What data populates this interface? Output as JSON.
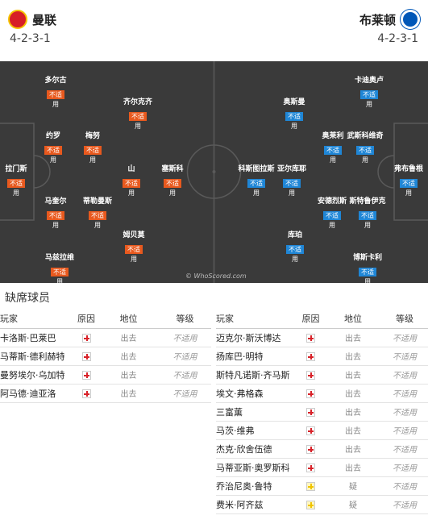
{
  "home": {
    "name": "曼联",
    "formation": "4-2-3-1"
  },
  "away": {
    "name": "布莱顿",
    "formation": "4-2-3-1"
  },
  "badge_text": "不适",
  "badge_suffix": "用",
  "watermark": "© WhoScored.com",
  "home_players": [
    "多尔古",
    "约罗",
    "梅努",
    "齐尔克齐",
    "拉门斯",
    "山",
    "塞斯科",
    "马奎尔",
    "蒂勒曼斯",
    "姆贝莫",
    "马兹拉维"
  ],
  "away_players": [
    "卡迪奥卢",
    "奥斯曼",
    "奥莱利",
    "武斯科维奇",
    "弗布鲁根",
    "科斯图拉斯",
    "亚尔库耶",
    "安德烈斯",
    "斯特鲁伊克",
    "库珀",
    "博斯卡利"
  ],
  "absent": {
    "title": "缺席球员",
    "headers": {
      "player": "玩家",
      "reason": "原因",
      "status": "地位",
      "level": "等级"
    },
    "home": [
      {
        "player": "卡洛斯·巴莱巴",
        "reason": "injury",
        "status": "出去",
        "level": "不适用"
      },
      {
        "player": "马蒂斯·德利赫特",
        "reason": "injury",
        "status": "出去",
        "level": "不适用"
      },
      {
        "player": "曼努埃尔·乌加特",
        "reason": "injury",
        "status": "出去",
        "level": "不适用"
      },
      {
        "player": "阿马德·迪亚洛",
        "reason": "injury",
        "status": "出去",
        "level": "不适用"
      }
    ],
    "away": [
      {
        "player": "迈克尔·斯沃博达",
        "reason": "injury",
        "status": "出去",
        "level": "不适用"
      },
      {
        "player": "扬库巴·明特",
        "reason": "injury",
        "status": "出去",
        "level": "不适用"
      },
      {
        "player": "斯特凡诺斯·齐马斯",
        "reason": "injury",
        "status": "出去",
        "level": "不适用"
      },
      {
        "player": "埃文·弗格森",
        "reason": "injury",
        "status": "出去",
        "level": "不适用"
      },
      {
        "player": "三富薫",
        "reason": "injury",
        "status": "出去",
        "level": "不适用"
      },
      {
        "player": "马茨·维弗",
        "reason": "injury",
        "status": "出去",
        "level": "不适用"
      },
      {
        "player": "杰克·欣舍伍德",
        "reason": "injury",
        "status": "出去",
        "level": "不适用"
      },
      {
        "player": "马蒂亚斯·奥罗斯科",
        "reason": "injury",
        "status": "出去",
        "level": "不适用"
      },
      {
        "player": "乔治尼奥·鲁特",
        "reason": "doubt",
        "status": "疑",
        "level": "不适用"
      },
      {
        "player": "费米·阿齐兹",
        "reason": "doubt",
        "status": "疑",
        "level": "不适用"
      }
    ]
  }
}
